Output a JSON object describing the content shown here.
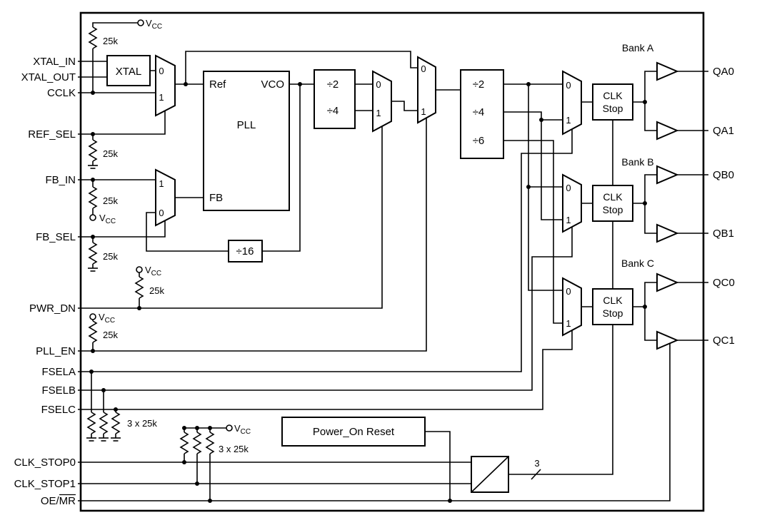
{
  "colors": {
    "line": "#000000",
    "background": "#ffffff"
  },
  "pins": {
    "inputs": {
      "xtal_in": "XTAL_IN",
      "xtal_out": "XTAL_OUT",
      "cclk": "CCLK",
      "ref_sel": "REF_SEL",
      "fb_in": "FB_IN",
      "fb_sel": "FB_SEL",
      "pwr_dn": "PWR_DN",
      "pll_en": "PLL_EN",
      "fsela": "FSELA",
      "fselb": "FSELB",
      "fselc": "FSELC",
      "clk_stop0": "CLK_STOP0",
      "clk_stop1": "CLK_STOP1",
      "oe_mr_prefix": "OE/",
      "oe_mr_overline": "MR"
    },
    "outputs": {
      "qa0": "QA0",
      "qa1": "QA1",
      "qb0": "QB0",
      "qb1": "QB1",
      "qc0": "QC0",
      "qc1": "QC1"
    }
  },
  "banks": {
    "a": "Bank A",
    "b": "Bank B",
    "c": "Bank C"
  },
  "blocks": {
    "xtal": "XTAL",
    "pll": "PLL",
    "pll_ref": "Ref",
    "pll_vco": "VCO",
    "pll_fb": "FB",
    "div2": "÷2",
    "div4": "÷4",
    "div6": "÷6",
    "div16": "÷16",
    "clk_stop_line1": "CLK",
    "clk_stop_line2": "Stop",
    "por": "Power_On Reset"
  },
  "mux": {
    "zero": "0",
    "one": "1"
  },
  "annotations": {
    "r25k": "25k",
    "r3x25k": "3 x 25k",
    "vcc_main": "V",
    "vcc_sub": "CC",
    "bus_width": "3"
  }
}
